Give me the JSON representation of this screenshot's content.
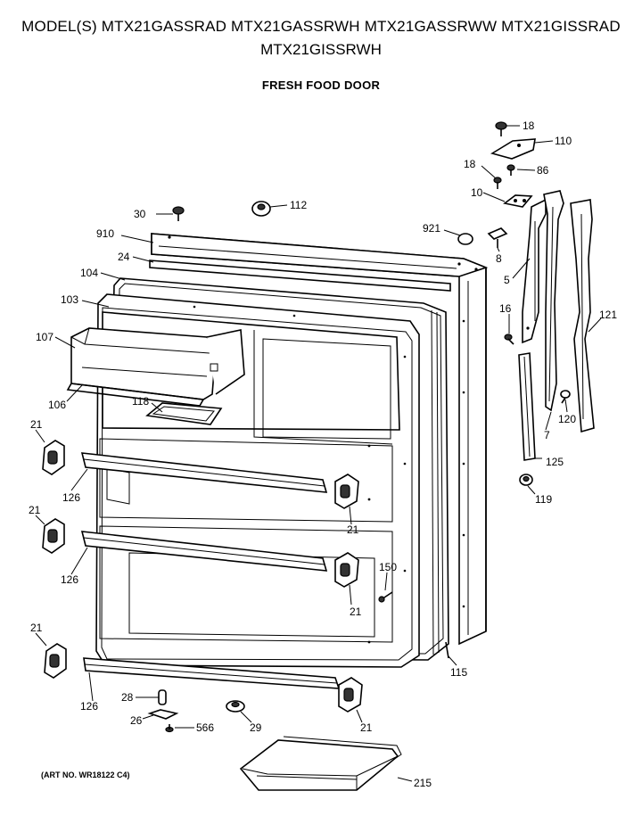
{
  "header": {
    "models_line_1": "MODEL(S) MTX21GASSRAD  MTX21GASSRWH  MTX21GASSRWW  MTX21GISSRAD",
    "models_line_2": "MTX21GISSRWH",
    "subtitle": "FRESH FOOD DOOR"
  },
  "art_number": "(ART NO. WR18122 C4)",
  "callouts": {
    "c18a": "18",
    "c110": "110",
    "c18b": "18",
    "c86": "86",
    "c10": "10",
    "c30": "30",
    "c112": "112",
    "c921": "921",
    "c8": "8",
    "c910": "910",
    "c24": "24",
    "c104": "104",
    "c5": "5",
    "c103": "103",
    "c16": "16",
    "c121": "121",
    "c107": "107",
    "c106": "106",
    "c118": "118",
    "c120": "120",
    "c7": "7",
    "c21a": "21",
    "c125": "125",
    "c119": "119",
    "c126a": "126",
    "c21b": "21",
    "c21c": "21",
    "c150": "150",
    "c126b": "126",
    "c21d": "21",
    "c21e": "21",
    "c115": "115",
    "c126c": "126",
    "c28": "28",
    "c26": "26",
    "c566": "566",
    "c29": "29",
    "c21f": "21",
    "c215": "215"
  }
}
